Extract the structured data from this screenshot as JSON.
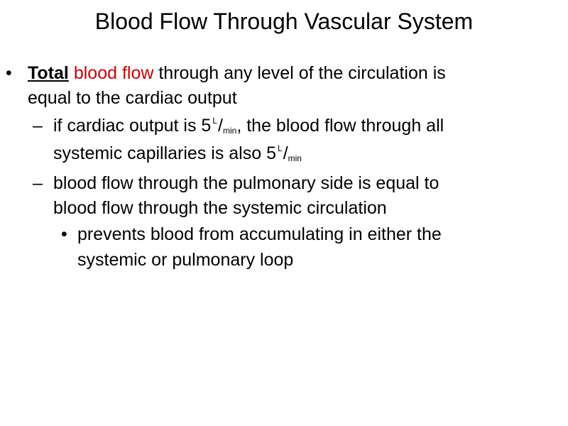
{
  "slide": {
    "title": "Blood Flow Through Vascular System",
    "bullet_glyph": "•",
    "dash_glyph": "–",
    "point1": {
      "total": "Total",
      "blood_flow": "blood flow",
      "line1_rest": "through any level of the circulation is",
      "line2": "equal to the cardiac output"
    },
    "point1a": {
      "line1_prefix": "if cardiac output is 5",
      "unit_top": "L",
      "unit_slash": "/",
      "unit_bottom": "min",
      "line1_suffix": ", the blood flow through all",
      "line2_prefix": "systemic capillaries is also 5"
    },
    "point1b": {
      "line1": "blood flow through the pulmonary side is equal to",
      "line2": "blood flow through the systemic circulation"
    },
    "point1b_i": {
      "line1": "prevents blood from accumulating in either the",
      "line2": "systemic or pulmonary loop"
    }
  },
  "colors": {
    "background": "#ffffff",
    "text": "#000000",
    "highlight": "#cc0000"
  }
}
